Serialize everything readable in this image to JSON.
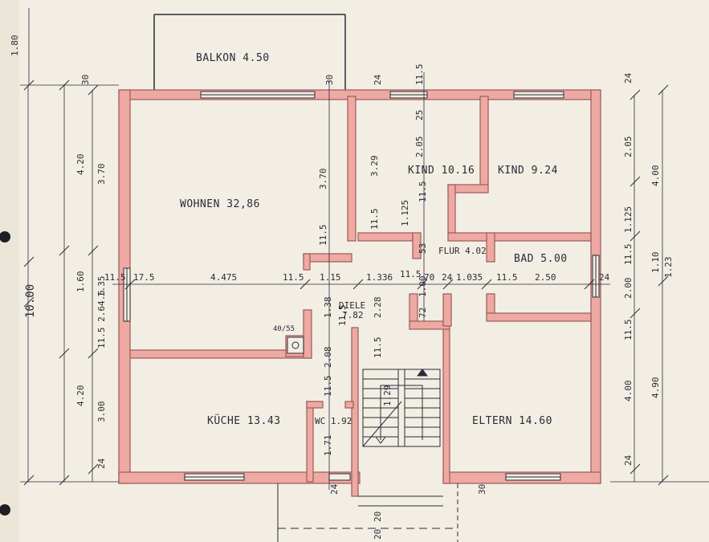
{
  "rooms": {
    "balkon": "BALKON 4.50",
    "wohnen": "WOHNEN 32,86",
    "kind1": "KIND 10.16",
    "kind2": "KIND 9.24",
    "flur": "FLUR 4.02",
    "bad": "BAD 5.00",
    "diele_name": "DIELE",
    "diele_area": "7.82",
    "kueche": "KÜCHE 13.43",
    "wc": "WC 1.92",
    "eltern": "ELTERN 14.60",
    "herd": "40/55"
  },
  "left_dims": {
    "total": "10.00",
    "top_ext": "1.80",
    "a_420_top": "4.20",
    "a_160": "1.60",
    "a_420_bot": "4.20",
    "b_370": "3.70",
    "b_135": "1.35",
    "b_115_2645": "11.5  2.64.5",
    "b_300": "3.00",
    "b_24": "24",
    "top_30": "30"
  },
  "horizontal_dims": {
    "d_115a": "11.5",
    "d_175": "17.5",
    "d_4475": "4.475",
    "d_115b": "11.5",
    "d_115c": "1.15",
    "d_1336": "1.336",
    "d_115d": "11.5",
    "d_70": "70",
    "d_24": "24",
    "d_1035": "1.035",
    "d_115e": "11.5",
    "d_250": "2.50",
    "d_24r": "24"
  },
  "interior_dims": {
    "top_30": "30",
    "top_24": "24",
    "top_115": "11.5",
    "v_370": "3.70",
    "v_115": "11.5",
    "v_329": "3.29",
    "v_113": "11.5",
    "v_205": "2.05",
    "v_1125": "1.125",
    "v_115b": "11.5",
    "v_53": "53",
    "v_138": "1.38",
    "v_228": "2.28",
    "v_208": "2.08",
    "v_115c": "11.5",
    "v_115d": "11.5",
    "v_171": "1.71",
    "v_115e": "11.5",
    "v_129": "1.29",
    "v_72": "72",
    "v_100": "1.00",
    "v_25": "25",
    "b_24": "24",
    "b_30": "30",
    "b_20a": "20",
    "b_20b": "20"
  },
  "right_dims": {
    "r_24": "24",
    "r_205": "2.05",
    "r_400a": "4.00",
    "r_1125": "1.125",
    "r_115a": "11.5",
    "r_110": "1.10",
    "r_123": "1.23",
    "r_200": "2.00",
    "r_115b": "11.5",
    "r_400b": "4.00",
    "r_490": "4.90",
    "r_24b": "24"
  },
  "colors": {
    "wall_fill": "#eea9a3",
    "wall_stroke": "#9a5a58",
    "ink": "#2a2a3a",
    "paper": "#f3eee3"
  }
}
